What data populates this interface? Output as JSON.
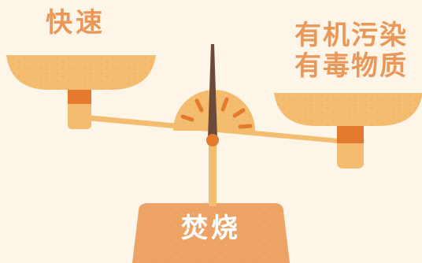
{
  "labels": {
    "left_pan": "快速",
    "right_pan_line1": "有机污染",
    "right_pan_line2": "有毒物质",
    "base": "焚烧"
  },
  "colors": {
    "background": "#fcf5e8",
    "pan": "#f4bc6e",
    "pan_shadow": "#e6a654",
    "accent": "#e37a2d",
    "base": "#eea366",
    "text_orange": "#e9985a",
    "needle": "#6b4a3a"
  },
  "icons": {
    "scale": "balance-scale-icon"
  }
}
